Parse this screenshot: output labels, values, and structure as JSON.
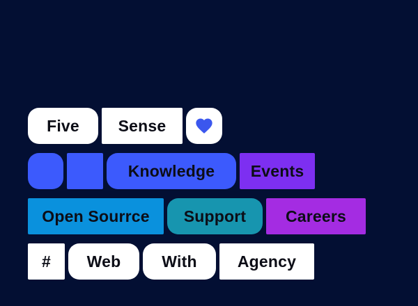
{
  "page": {
    "background_color": "#030f33",
    "chip_text_color": "#0c0d16",
    "heart_color": "#3b57ee"
  },
  "rows": [
    {
      "chips": [
        {
          "name": "chip-five",
          "label": "Five",
          "bg": "#ffffff",
          "shape": "rounded",
          "type": "text",
          "width": 101,
          "interactable": true
        },
        {
          "name": "chip-sense",
          "label": "Sense",
          "bg": "#ffffff",
          "shape": "sharp",
          "type": "text",
          "width": 116,
          "interactable": true
        },
        {
          "name": "heart-button",
          "label": "",
          "bg": "#ffffff",
          "shape": "rounded",
          "type": "heart",
          "width": 52,
          "interactable": true,
          "icon": "heart-icon"
        }
      ]
    },
    {
      "chips": [
        {
          "name": "square-chip-rounded",
          "label": "",
          "bg": "#3c5afd",
          "shape": "rounded",
          "type": "square",
          "width": 51,
          "interactable": false
        },
        {
          "name": "square-chip-sharp",
          "label": "",
          "bg": "#3c5afd",
          "shape": "sharp",
          "type": "square",
          "width": 52,
          "interactable": false
        },
        {
          "name": "chip-knowledge",
          "label": "Knowledge",
          "bg": "#3c5afd",
          "shape": "rounded",
          "type": "text",
          "width": 186,
          "interactable": true
        },
        {
          "name": "chip-events",
          "label": "Events",
          "bg": "#7d2ff1",
          "shape": "sharp",
          "type": "text",
          "width": 108,
          "interactable": true
        }
      ]
    },
    {
      "chips": [
        {
          "name": "chip-open-sourrce",
          "label": "Open Sourrce",
          "bg": "#0a91dd",
          "shape": "sharp",
          "type": "text",
          "width": 195,
          "interactable": true
        },
        {
          "name": "chip-support",
          "label": "Support",
          "bg": "#1795af",
          "shape": "rounded",
          "type": "text",
          "width": 137,
          "interactable": true
        },
        {
          "name": "chip-careers",
          "label": "Careers",
          "bg": "#a42ce2",
          "shape": "sharp",
          "type": "text",
          "width": 143,
          "interactable": true
        }
      ]
    },
    {
      "chips": [
        {
          "name": "chip-hash",
          "label": "#",
          "bg": "#ffffff",
          "shape": "sharp",
          "type": "text",
          "width": 53,
          "interactable": true
        },
        {
          "name": "chip-web",
          "label": "Web",
          "bg": "#ffffff",
          "shape": "rounded",
          "type": "text",
          "width": 102,
          "interactable": true
        },
        {
          "name": "chip-with",
          "label": "With",
          "bg": "#ffffff",
          "shape": "rounded",
          "type": "text",
          "width": 105,
          "interactable": true
        },
        {
          "name": "chip-agency",
          "label": "Agency",
          "bg": "#ffffff",
          "shape": "sharp",
          "type": "text",
          "width": 136,
          "interactable": true
        }
      ]
    }
  ]
}
